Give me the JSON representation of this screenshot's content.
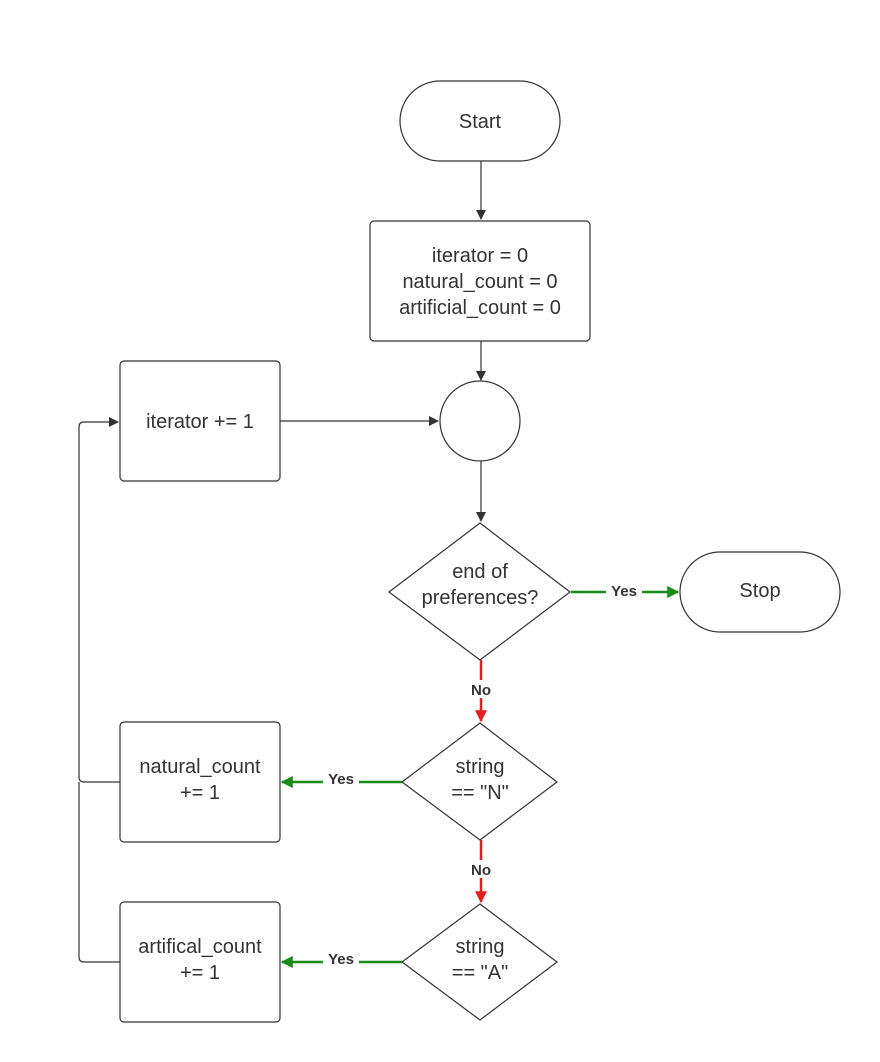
{
  "nodes": {
    "start": {
      "lines": [
        "Start"
      ]
    },
    "init": {
      "lines": [
        "iterator = 0",
        "natural_count = 0",
        "artificial_count = 0"
      ]
    },
    "merge": {
      "lines": []
    },
    "iterate": {
      "lines": [
        "iterator += 1"
      ]
    },
    "end_check": {
      "lines": [
        "end of",
        "preferences?"
      ]
    },
    "stop": {
      "lines": [
        "Stop"
      ]
    },
    "check_n": {
      "lines": [
        "string",
        "== \"N\""
      ]
    },
    "natural_inc": {
      "lines": [
        "natural_count",
        "+= 1"
      ]
    },
    "check_a": {
      "lines": [
        "string",
        "== \"A\""
      ]
    },
    "artificial_inc": {
      "lines": [
        "artifical_count",
        "+= 1"
      ]
    }
  },
  "edges": {
    "end_yes": "Yes",
    "end_no": "No",
    "n_yes": "Yes",
    "n_no": "No",
    "a_yes": "Yes"
  },
  "colors": {
    "stroke": "#333333",
    "yes": "#1a8a1a",
    "no": "#e02020",
    "text": "#333333"
  }
}
